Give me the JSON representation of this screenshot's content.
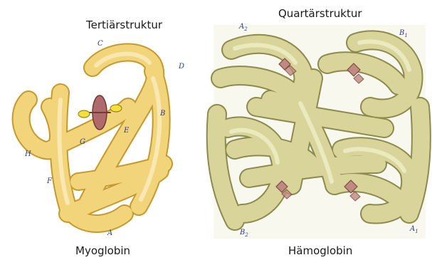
{
  "titles": {
    "tertiary": "Tertiärstruktur",
    "quaternary": "Quartärstruktur"
  },
  "captions": {
    "myoglobin": "Myoglobin",
    "hemoglobin": "Hämoglobin"
  },
  "myoglobin_helices": [
    "A",
    "B",
    "C",
    "D",
    "E",
    "F",
    "G",
    "H"
  ],
  "hemoglobin_subunits": [
    {
      "letter": "A",
      "index": "2"
    },
    {
      "letter": "B",
      "index": "1"
    },
    {
      "letter": "B",
      "index": "2"
    },
    {
      "letter": "A",
      "index": "1"
    }
  ],
  "colors": {
    "myoglobin_fill": "#f2d47a",
    "myoglobin_stroke": "#c59a2e",
    "hemoglobin_fill": "#d8d49a",
    "hemoglobin_stroke": "#8c8a4c",
    "heme": "#b06a6a",
    "helix_label": "#2a3a8a"
  }
}
